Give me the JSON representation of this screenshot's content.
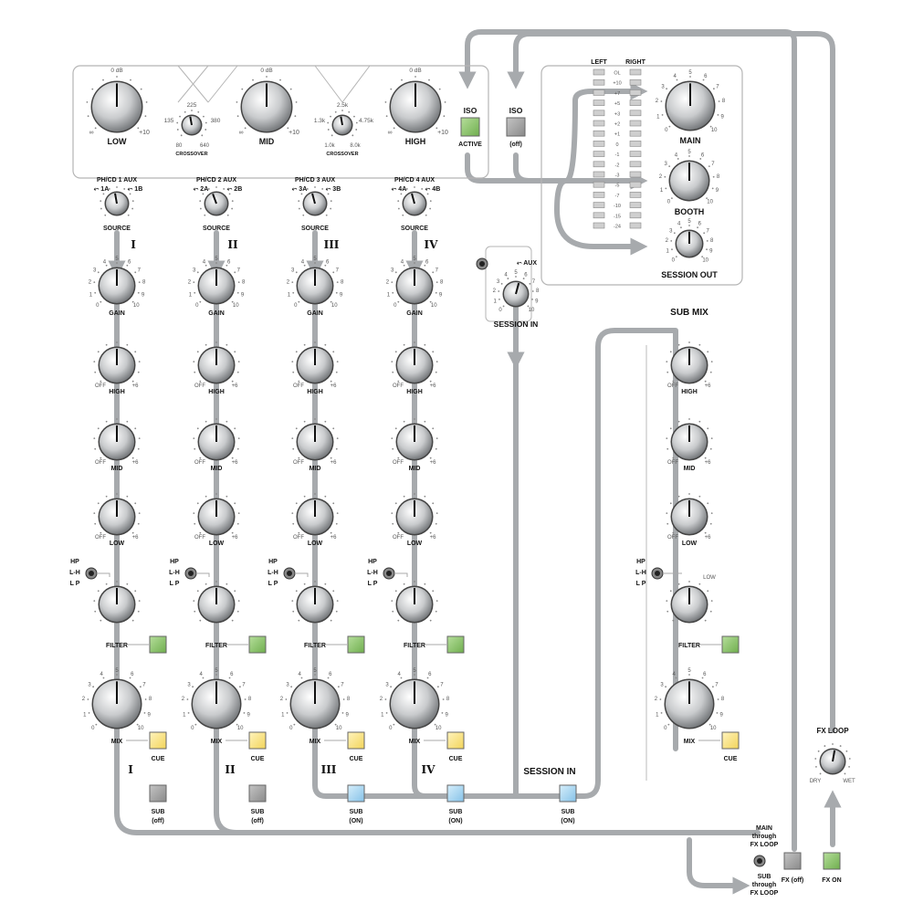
{
  "colors": {
    "signal": "#a7aaad",
    "panel_border": "#b5b5b5",
    "green": "#8cc46a",
    "yellow": "#f8e07e",
    "blue": "#a9d6f1",
    "grey_button": "#9a9a9a"
  },
  "isolator": {
    "low": {
      "label": "LOW",
      "top": "0 dB",
      "min": "∞",
      "max": "+10"
    },
    "mid": {
      "label": "MID",
      "top": "0 dB",
      "min": "∞",
      "max": "+10"
    },
    "high": {
      "label": "HIGH",
      "top": "0 dB",
      "min": "∞",
      "max": "+10"
    },
    "crossover1": {
      "label": "CROSSOVER",
      "top": "225",
      "left": "135",
      "right": "380",
      "bl": "80",
      "br": "640"
    },
    "crossover2": {
      "label": "CROSSOVER",
      "top": "2.5k",
      "left": "1.3k",
      "right": "4.75k",
      "bl": "1.0k",
      "br": "8.0k"
    },
    "iso_button": {
      "title": "ISO",
      "state": "ACTIVE"
    },
    "iso_button2": {
      "title": "ISO",
      "state": "(off)"
    }
  },
  "meters": {
    "left": "LEFT",
    "right": "RIGHT",
    "scale": [
      "OL",
      "+10",
      "+7",
      "+5",
      "+3",
      "+2",
      "+1",
      "0",
      "-1",
      "-2",
      "-3",
      "-5",
      "-7",
      "-10",
      "-15",
      "-24"
    ]
  },
  "outputs": {
    "main": "MAIN",
    "booth": "BOOTH",
    "session_out": "SESSION OUT"
  },
  "scales": {
    "zero_ten": [
      "0",
      "1",
      "2",
      "3",
      "4",
      "5",
      "6",
      "7",
      "8",
      "9",
      "10"
    ],
    "eq_min": "OFF",
    "eq_max": "+6"
  },
  "channels": [
    {
      "source_top": "PH/CD 1  AUX",
      "a": "1A",
      "b": "1B",
      "roman": "I"
    },
    {
      "source_top": "PH/CD 2  AUX",
      "a": "2A",
      "b": "2B",
      "roman": "II"
    },
    {
      "source_top": "PH/CD 3  AUX",
      "a": "3A",
      "b": "3B",
      "roman": "III"
    },
    {
      "source_top": "PH/CD 4  AUX",
      "a": "4A",
      "b": "4B",
      "roman": "IV"
    }
  ],
  "strip_labels": {
    "source": "SOURCE",
    "gain": "GAIN",
    "high": "HIGH",
    "mid": "MID",
    "low": "LOW",
    "filter": "FILTER",
    "mix": "MIX",
    "cue": "CUE",
    "hp": "HP",
    "lh": "L-H",
    "lp": "L P"
  },
  "sub_buttons": [
    {
      "title": "SUB",
      "state": "(off)"
    },
    {
      "title": "SUB",
      "state": "(off)"
    },
    {
      "title": "SUB",
      "state": "(ON)"
    },
    {
      "title": "SUB",
      "state": "(ON)"
    },
    {
      "title": "SUB",
      "state": "(ON)"
    }
  ],
  "session_in": {
    "label": "SESSION IN",
    "aux": "AUX",
    "bottom_label": "SESSION IN"
  },
  "sub_mix": {
    "title": "SUB MIX",
    "low_tag": "LOW"
  },
  "fx": {
    "loop_title": "FX LOOP",
    "dry": "DRY",
    "wet": "WET",
    "main_through": [
      "MAIN",
      "through",
      "FX LOOP"
    ],
    "sub_through": [
      "SUB",
      "through",
      "FX LOOP"
    ],
    "fx_off": "FX (off)",
    "fx_on": "FX ON"
  }
}
